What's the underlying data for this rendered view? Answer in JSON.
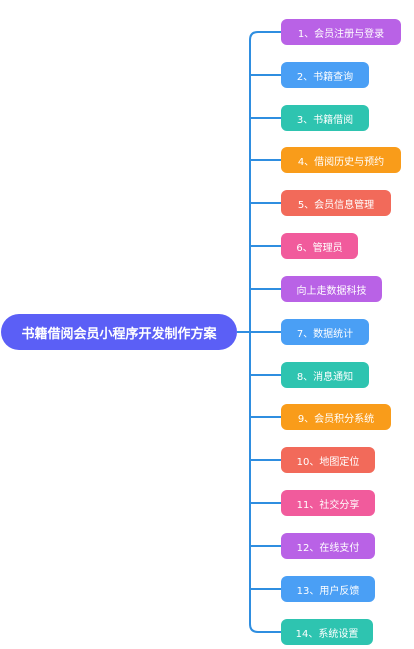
{
  "root": {
    "label": "书籍借阅会员小程序开发制作方案",
    "color": "#5b5ff6"
  },
  "connector_color": "#2f8ee0",
  "branches": [
    {
      "label": "1、会员注册与登录",
      "color": "#b962e6"
    },
    {
      "label": "2、书籍查询",
      "color": "#4a9ff5"
    },
    {
      "label": "3、书籍借阅",
      "color": "#2ec4b0"
    },
    {
      "label": "4、借阅历史与预约",
      "color": "#f99c1a"
    },
    {
      "label": "5、会员信息管理",
      "color": "#f26a5a"
    },
    {
      "label": "6、管理员",
      "color": "#f15b9c"
    },
    {
      "label": "向上走数据科技",
      "color": "#b962e6"
    },
    {
      "label": "7、数据统计",
      "color": "#4a9ff5"
    },
    {
      "label": "8、消息通知",
      "color": "#2ec4b0"
    },
    {
      "label": "9、会员积分系统",
      "color": "#f99c1a"
    },
    {
      "label": "10、地图定位",
      "color": "#f26a5a"
    },
    {
      "label": "11、社交分享",
      "color": "#f15b9c"
    },
    {
      "label": "12、在线支付",
      "color": "#b962e6"
    },
    {
      "label": "13、用户反馈",
      "color": "#4a9ff5"
    },
    {
      "label": "14、系统设置",
      "color": "#2ec4b0"
    }
  ]
}
